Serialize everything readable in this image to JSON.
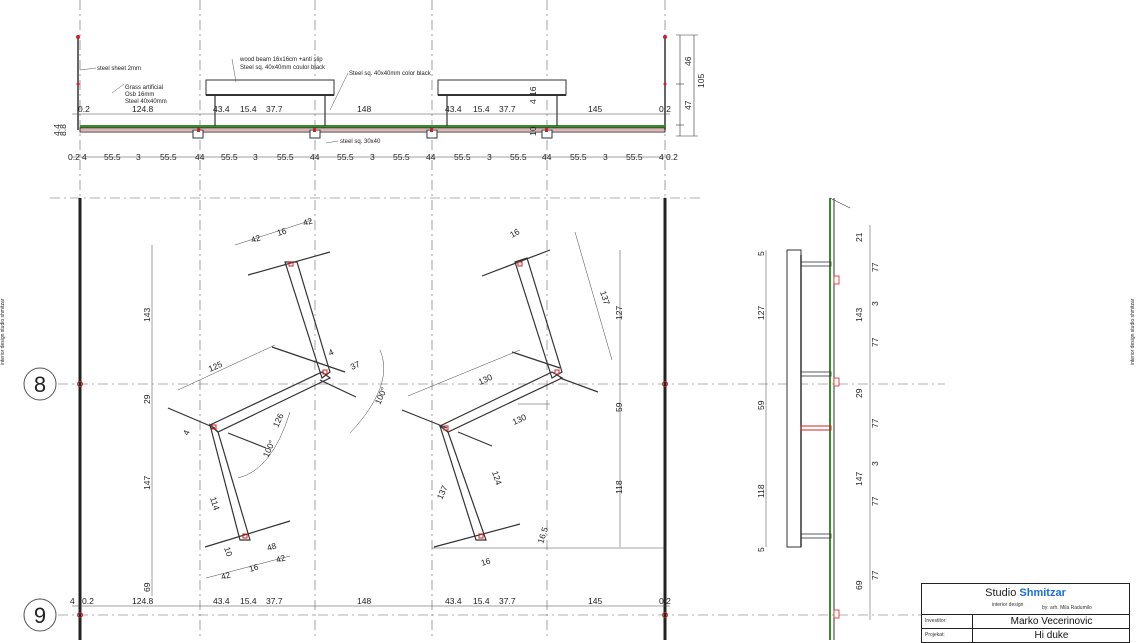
{
  "dimensions": {
    "top_row": [
      "0.2",
      "4",
      "55.5",
      "3",
      "55.5",
      "44",
      "55.5",
      "3",
      "55.5",
      "44",
      "55.5",
      "3",
      "55.5",
      "44",
      "55.5",
      "3",
      "55.5",
      "44",
      "55.5",
      "3",
      "55.5",
      "4",
      "0.2"
    ],
    "elev_row": [
      "0.2",
      "124.8",
      "43.4",
      "15.4",
      "37.7",
      "148",
      "43.4",
      "15.4",
      "37.7",
      "145",
      "0.2"
    ],
    "elev_right": [
      "46",
      "105",
      "47",
      "16",
      "4",
      "10"
    ],
    "elev_left": [
      "8.8",
      "4.4"
    ],
    "bottom_row": [
      "4",
      "0.2",
      "124.8",
      "43.4",
      "15.4",
      "37.7",
      "148",
      "43.4",
      "15.4",
      "37.7",
      "145",
      "0.2"
    ],
    "plan_left": [
      "42",
      "16",
      "42",
      "143",
      "125",
      "4",
      "37",
      "126",
      "4",
      "29",
      "100°",
      "147",
      "114",
      "10",
      "48",
      "42",
      "16",
      "42",
      "69",
      "100°"
    ],
    "plan_right": [
      "16",
      "137",
      "127",
      "130",
      "59",
      "130",
      "137",
      "124",
      "118",
      "16",
      "16.5"
    ],
    "side_left": [
      "5",
      "127",
      "59",
      "118",
      "5"
    ],
    "side_right": [
      "21",
      "77",
      "3",
      "143",
      "77",
      "29",
      "77",
      "3",
      "147",
      "77",
      "69",
      "77"
    ]
  },
  "notes": {
    "steel_sheet": "steel sheet 2mm",
    "grass": "Grass artificial",
    "osb": "Osb 16mm",
    "steel_40": "Steel 40x40mm",
    "wood_beam": "wood beam 16x16cm +anti slip",
    "steel_sq_black": "Steel sq. 40x40mm coulor black",
    "steel_sq_color": "Steel sq. 40x40mm color black",
    "steel_sq_30": "steel sq. 30x40"
  },
  "grid_axes": [
    "8",
    "9"
  ],
  "side_notes": {
    "left": "interior design studio shmitzar",
    "right": "interior design studio shmitzar"
  },
  "title_block": {
    "studio": "Studio",
    "brand": "Shmitzar",
    "subtitle": "interior design",
    "author": "by: arh. Mila Radumilo",
    "investor_key": "Investitor:",
    "investor_value": "Marko Vecerinovic",
    "project_key": "Projekat:",
    "project_value": "Hi duke"
  },
  "colors": {
    "brand": "#1a6fd8",
    "red_marks": "#d42020",
    "grass": "#3a8a2a",
    "line": "#333333"
  }
}
